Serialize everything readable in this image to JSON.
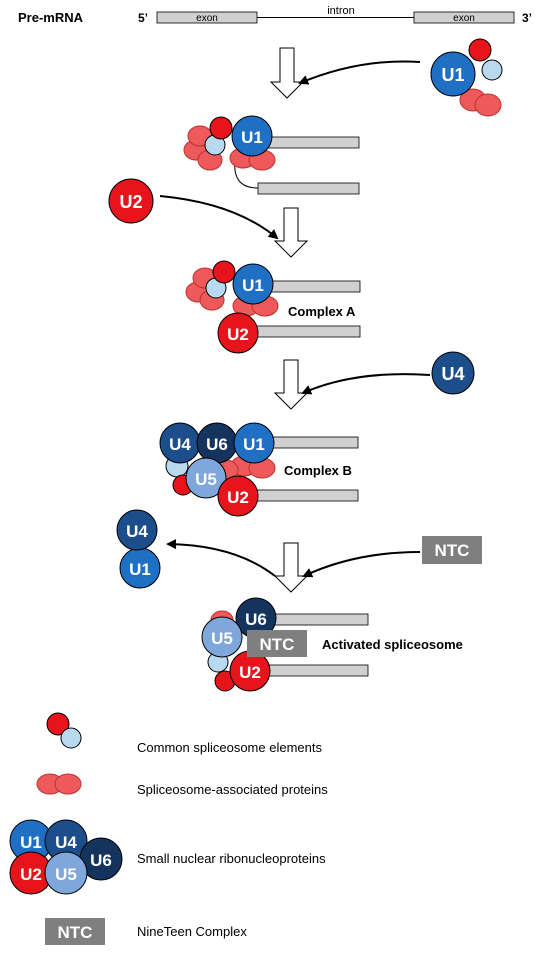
{
  "premrna": {
    "label": "Pre-mRNA",
    "five_prime": "5’",
    "three_prime": "3’",
    "exon_left": "exon",
    "exon_right": "exon",
    "intron": "intron"
  },
  "snrnp": {
    "u1": "U1",
    "u2": "U2",
    "u4": "U4",
    "u5": "U5",
    "u6": "U6"
  },
  "ntc_label": "NTC",
  "complex_a": "Complex A",
  "complex_b": "Complex B",
  "activated": "Activated spliceosome",
  "legend": {
    "common": "Common spliceosome elements",
    "associated": "Spliceosome-associated proteins",
    "snrnps": "Small nuclear ribonucleoproteins",
    "ntc": "NineTeen Complex"
  },
  "colors": {
    "u1_blue": "#1f6fc5",
    "u2_red": "#e8141c",
    "u4_navy": "#1d4e8c",
    "u5_lightblue": "#7fa7dc",
    "u6_darknavy": "#14345e",
    "protein_salmon": "#ee5a5a",
    "common_lightblue": "#b8d9f0",
    "ntc_gray": "#7f7f7f",
    "rna_gray": "#d0d0d0"
  }
}
